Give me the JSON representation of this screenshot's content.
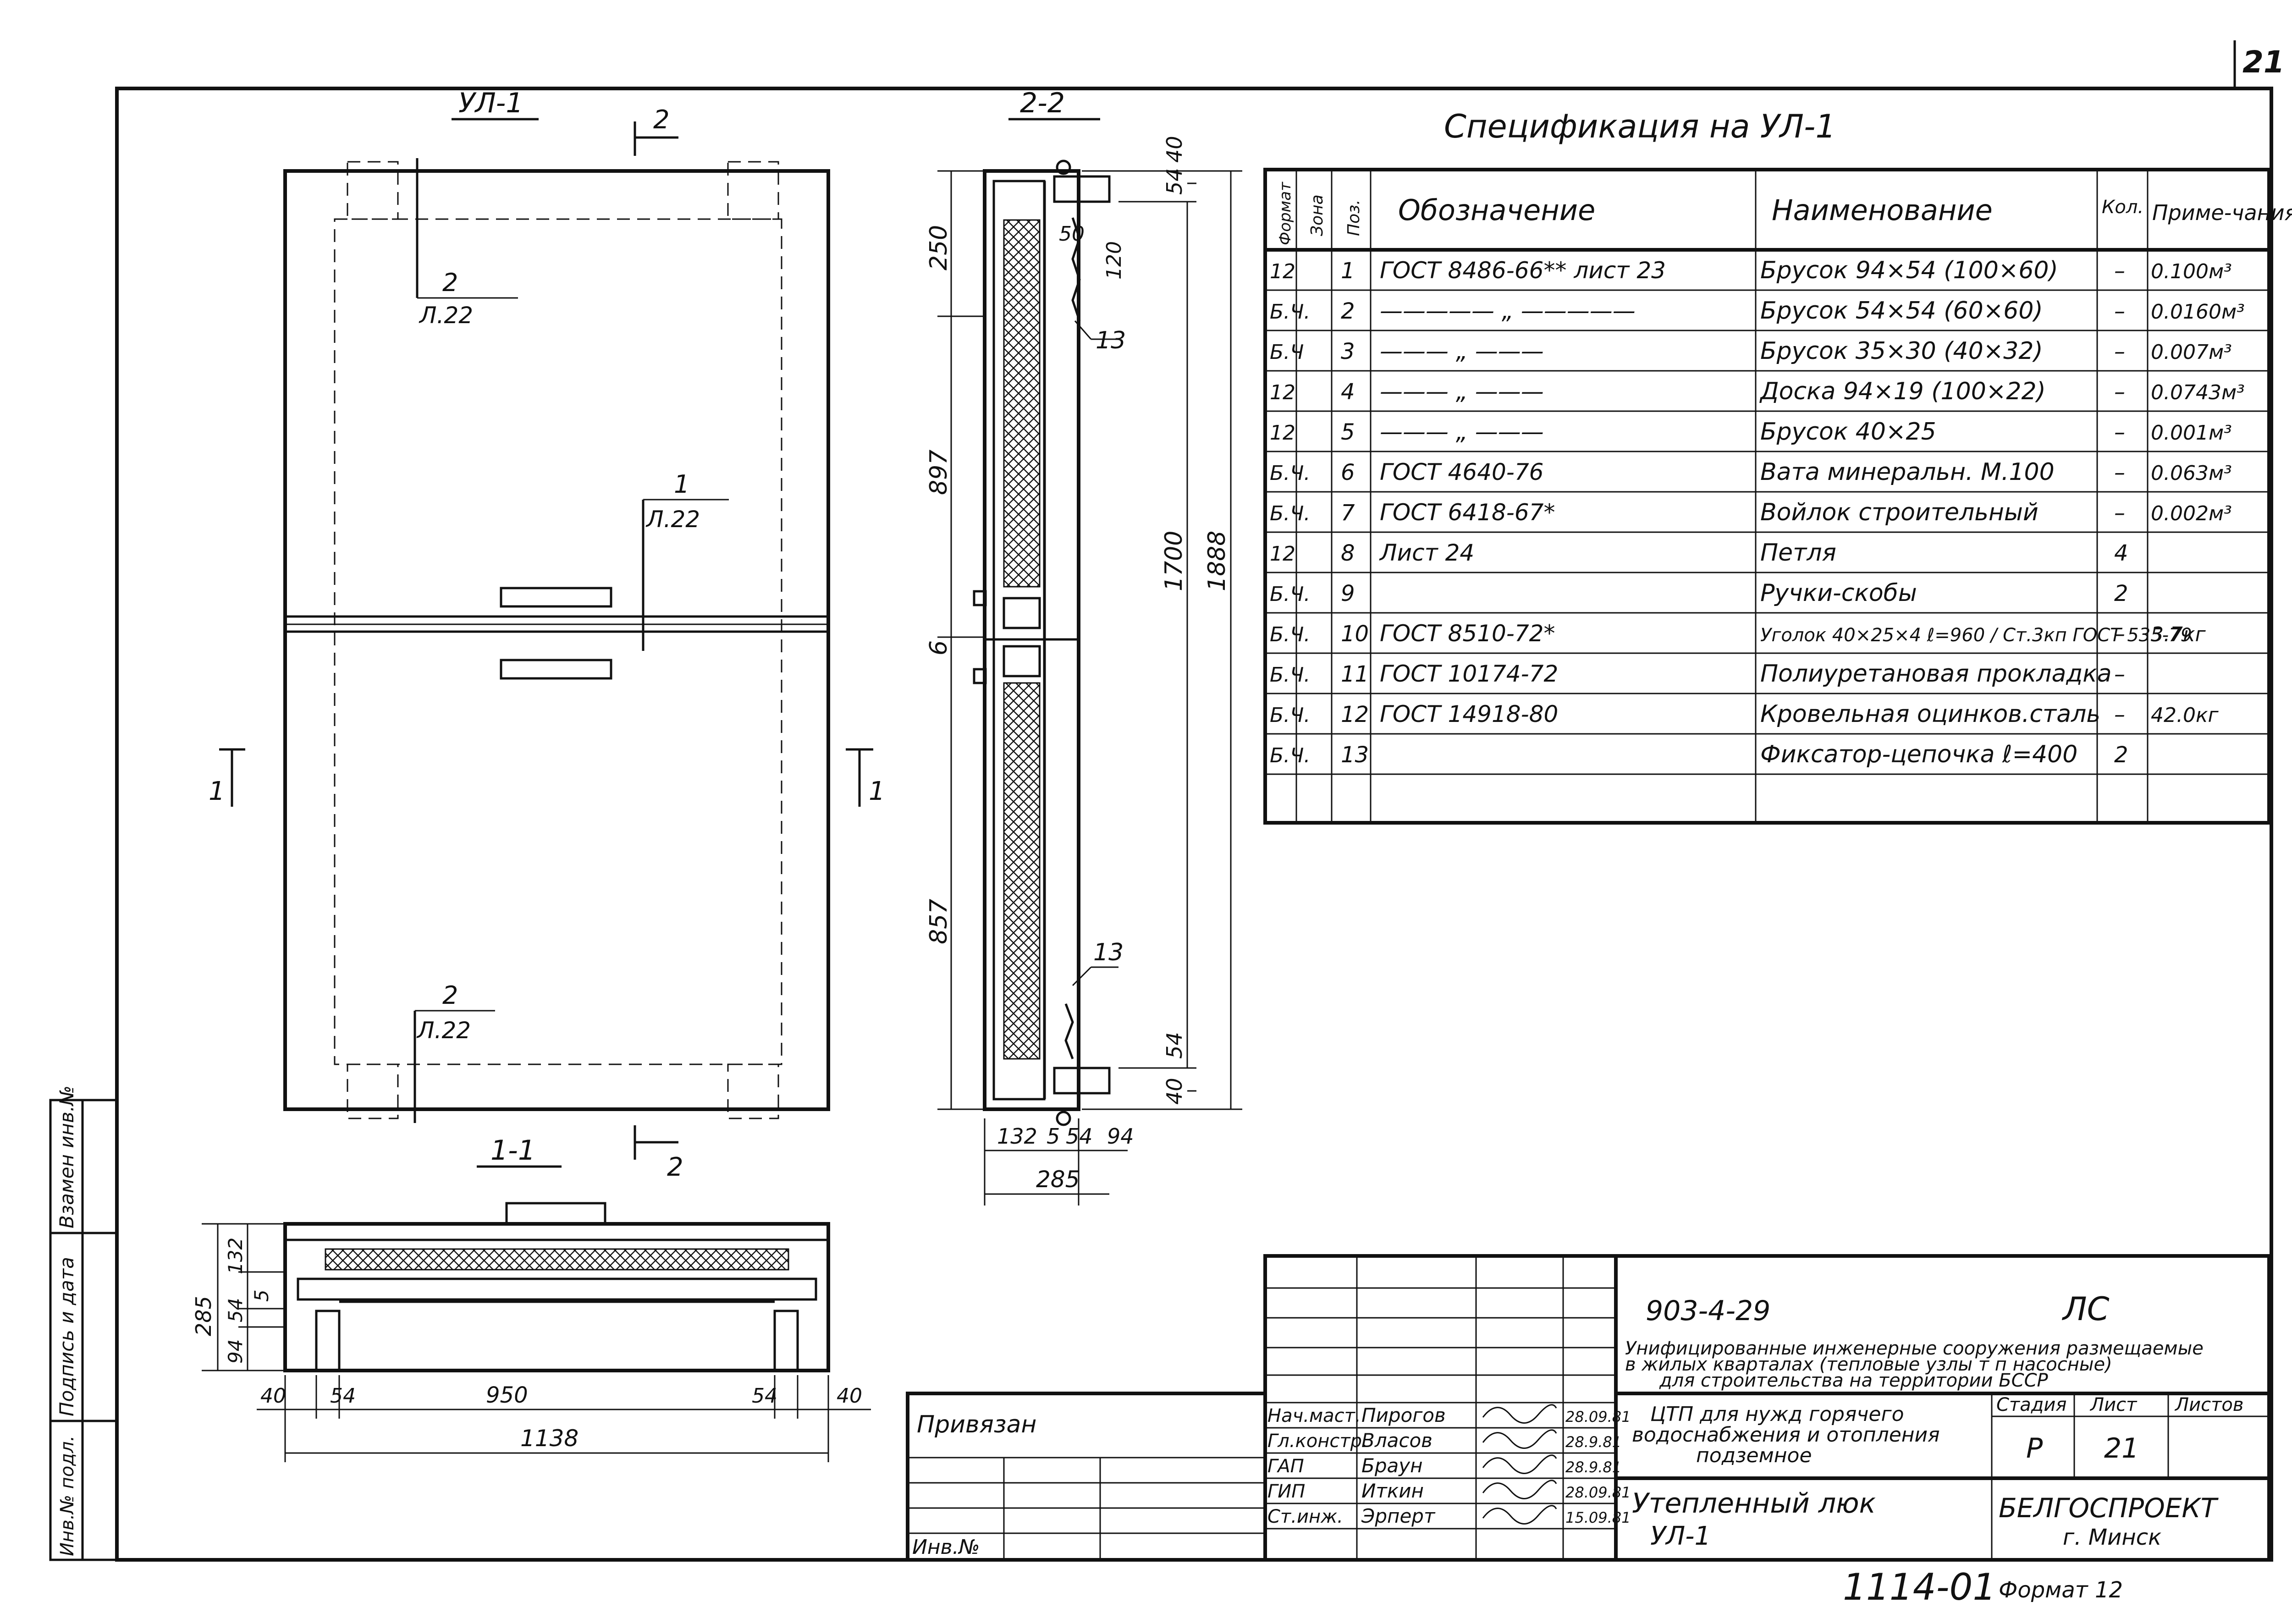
{
  "sheet_number_top": "21",
  "views": {
    "plan_title": "УЛ-1",
    "section_22_title": "2-2",
    "section_11_title": "1-1",
    "cut_marker_2": "2",
    "cut_marker_1": "1",
    "callout_top_num": "2",
    "callout_top_sheet": "Л.22",
    "callout_mid_num": "1",
    "callout_mid_sheet": "Л.22",
    "callout_bot_num": "2",
    "callout_bot_sheet": "Л.22",
    "pos_13_top": "13",
    "pos_13_bottom": "13"
  },
  "dimensions_22": {
    "d250": "250",
    "d897": "897",
    "d857": "857",
    "d1700": "1700",
    "d1888": "1888",
    "d54_top": "54",
    "d40_top": "40",
    "d50": "50",
    "d120": "120",
    "d54_bot": "54",
    "d40_bot": "40",
    "d6": "6",
    "b132": "132",
    "b5": "5",
    "b54": "54",
    "b94": "94",
    "b285": "285"
  },
  "dimensions_11": {
    "v285": "285",
    "v94": "94",
    "v54": "54",
    "v132": "132",
    "v5": "5",
    "h40a": "40",
    "h54a": "54",
    "h950": "950",
    "h54b": "54",
    "h40b": "40",
    "h1138": "1138"
  },
  "spec": {
    "title": "Спецификация на УЛ-1",
    "headers": {
      "format": "Формат",
      "zone": "Зона",
      "pos": "Поз.",
      "designation": "Обозначение",
      "name": "Наименование",
      "qty": "Кол.",
      "note": "Приме-чания"
    },
    "rows": [
      {
        "format": "12",
        "pos": "1",
        "designation": "ГОСТ 8486-66** лист 23",
        "name": "Брусок 94×54 (100×60)",
        "qty": "–",
        "note": "0.100м³"
      },
      {
        "format": "Б.Ч.",
        "pos": "2",
        "designation": "————— „ —————",
        "name": "Брусок 54×54 (60×60)",
        "qty": "–",
        "note": "0.0160м³"
      },
      {
        "format": "Б.Ч",
        "pos": "3",
        "designation": "——— „ ———",
        "name": "Брусок 35×30 (40×32)",
        "qty": "–",
        "note": "0.007м³"
      },
      {
        "format": "12",
        "pos": "4",
        "designation": "——— „ ———",
        "name": "Доска 94×19 (100×22)",
        "qty": "–",
        "note": "0.0743м³"
      },
      {
        "format": "12",
        "pos": "5",
        "designation": "——— „ ———",
        "name": "Брусок 40×25",
        "qty": "–",
        "note": "0.001м³"
      },
      {
        "format": "Б.Ч.",
        "pos": "6",
        "designation": "ГОСТ 4640-76",
        "name": "Вата минеральн. М.100",
        "qty": "–",
        "note": "0.063м³"
      },
      {
        "format": "Б.Ч.",
        "pos": "7",
        "designation": "ГОСТ 6418-67*",
        "name": "Войлок строительный",
        "qty": "–",
        "note": "0.002м³"
      },
      {
        "format": "12",
        "pos": "8",
        "designation": "Лист 24",
        "name": "Петля",
        "qty": "4",
        "note": ""
      },
      {
        "format": "Б.Ч.",
        "pos": "9",
        "designation": "",
        "name": "Ручки-скобы",
        "qty": "2",
        "note": ""
      },
      {
        "format": "Б.Ч.",
        "pos": "10",
        "designation": "ГОСТ 8510-72*",
        "name": "Уголок 40×25×4 ℓ=960 / Ст.3кп ГОСТ 535-79",
        "qty": "–",
        "note": "3.7кг"
      },
      {
        "format": "Б.Ч.",
        "pos": "11",
        "designation": "ГОСТ 10174-72",
        "name": "Полиуретановая прокладка",
        "qty": "–",
        "note": ""
      },
      {
        "format": "Б.Ч.",
        "pos": "12",
        "designation": "ГОСТ 14918-80",
        "name": "Кровельная оцинков.сталь",
        "qty": "–",
        "note": "42.0кг"
      },
      {
        "format": "Б.Ч.",
        "pos": "13",
        "designation": "",
        "name": "Фиксатор-цепочка ℓ=400",
        "qty": "2",
        "note": ""
      }
    ]
  },
  "title_block": {
    "code": "903-4-29",
    "doc_mark": "ЛС",
    "project_line1": "Унифицированные инженерные сооружения размещаемые",
    "project_line2": "в жилых кварталах (тепловые узлы т п насосные)",
    "project_line3": "для строительства на территории БССР",
    "object_line1": "ЦТП для нужд горячего",
    "object_line2": "водоснабжения и отопления",
    "object_line3": "подземное",
    "stage_label": "Стадия",
    "sheet_label": "Лист",
    "sheets_label": "Листов",
    "stage_value": "Р",
    "sheet_value": "21",
    "drawing_title": "Утепленный люк",
    "drawing_subtitle": "УЛ-1",
    "org_name": "БЕЛГОСПРОЕКТ",
    "org_city": "г. Минск",
    "attached_label": "Привязан",
    "inv_label": "Инв.№",
    "signatures": [
      {
        "role": "Нач.маст.",
        "name": "Пирогов",
        "date": "28.09.81"
      },
      {
        "role": "Гл.констр.",
        "name": "Власов",
        "date": "28.9.81"
      },
      {
        "role": "ГАП",
        "name": "Браун",
        "date": "28.9.81"
      },
      {
        "role": "ГИП",
        "name": "Иткин",
        "date": "28.09.81"
      },
      {
        "role": "Ст.инж.",
        "name": "Эрперт",
        "date": "15.09.81"
      }
    ]
  },
  "left_stamp": {
    "inv_orig": "Инв.№ подл.",
    "sign_date": "Подпись и дата",
    "replace_inv": "Взамен инв.№"
  },
  "footer": {
    "archive_number": "1114-01",
    "format_label": "Формат 12"
  }
}
